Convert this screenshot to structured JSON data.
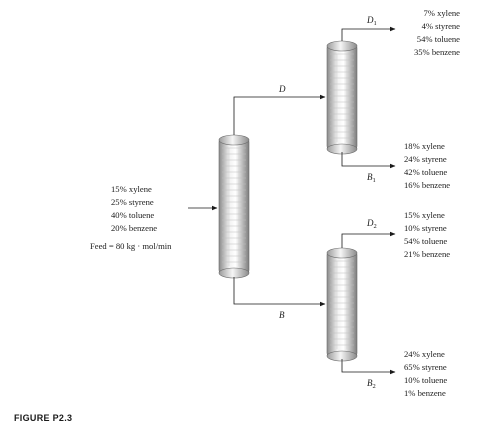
{
  "figure": {
    "caption": "FIGURE P2.3"
  },
  "feed": {
    "composition": [
      "15% xylene",
      "25% styrene",
      "40% toluene",
      "20% benzene"
    ],
    "rate": "Feed = 80 kg · mol/min"
  },
  "streams": {
    "D": {
      "letter": "D",
      "subscript": ""
    },
    "B": {
      "letter": "B",
      "subscript": ""
    },
    "D1": {
      "letter": "D",
      "subscript": "1",
      "composition": [
        "7% xylene",
        "4% styrene",
        "54% toluene",
        "35% benzene"
      ]
    },
    "B1": {
      "letter": "B",
      "subscript": "1",
      "composition": [
        "18% xylene",
        "24% styrene",
        "42% toluene",
        "16% benzene"
      ]
    },
    "D2": {
      "letter": "D",
      "subscript": "2",
      "composition": [
        "15% xylene",
        "10% styrene",
        "54% toluene",
        "21% benzene"
      ]
    },
    "B2": {
      "letter": "B",
      "subscript": "2",
      "composition": [
        "24% xylene",
        "65% styrene",
        "10% toluene",
        "1% benzene"
      ]
    }
  },
  "colors": {
    "line": "#1a1a1a",
    "column_light": "#f4f4f4",
    "column_dark": "#8c8c8c"
  }
}
